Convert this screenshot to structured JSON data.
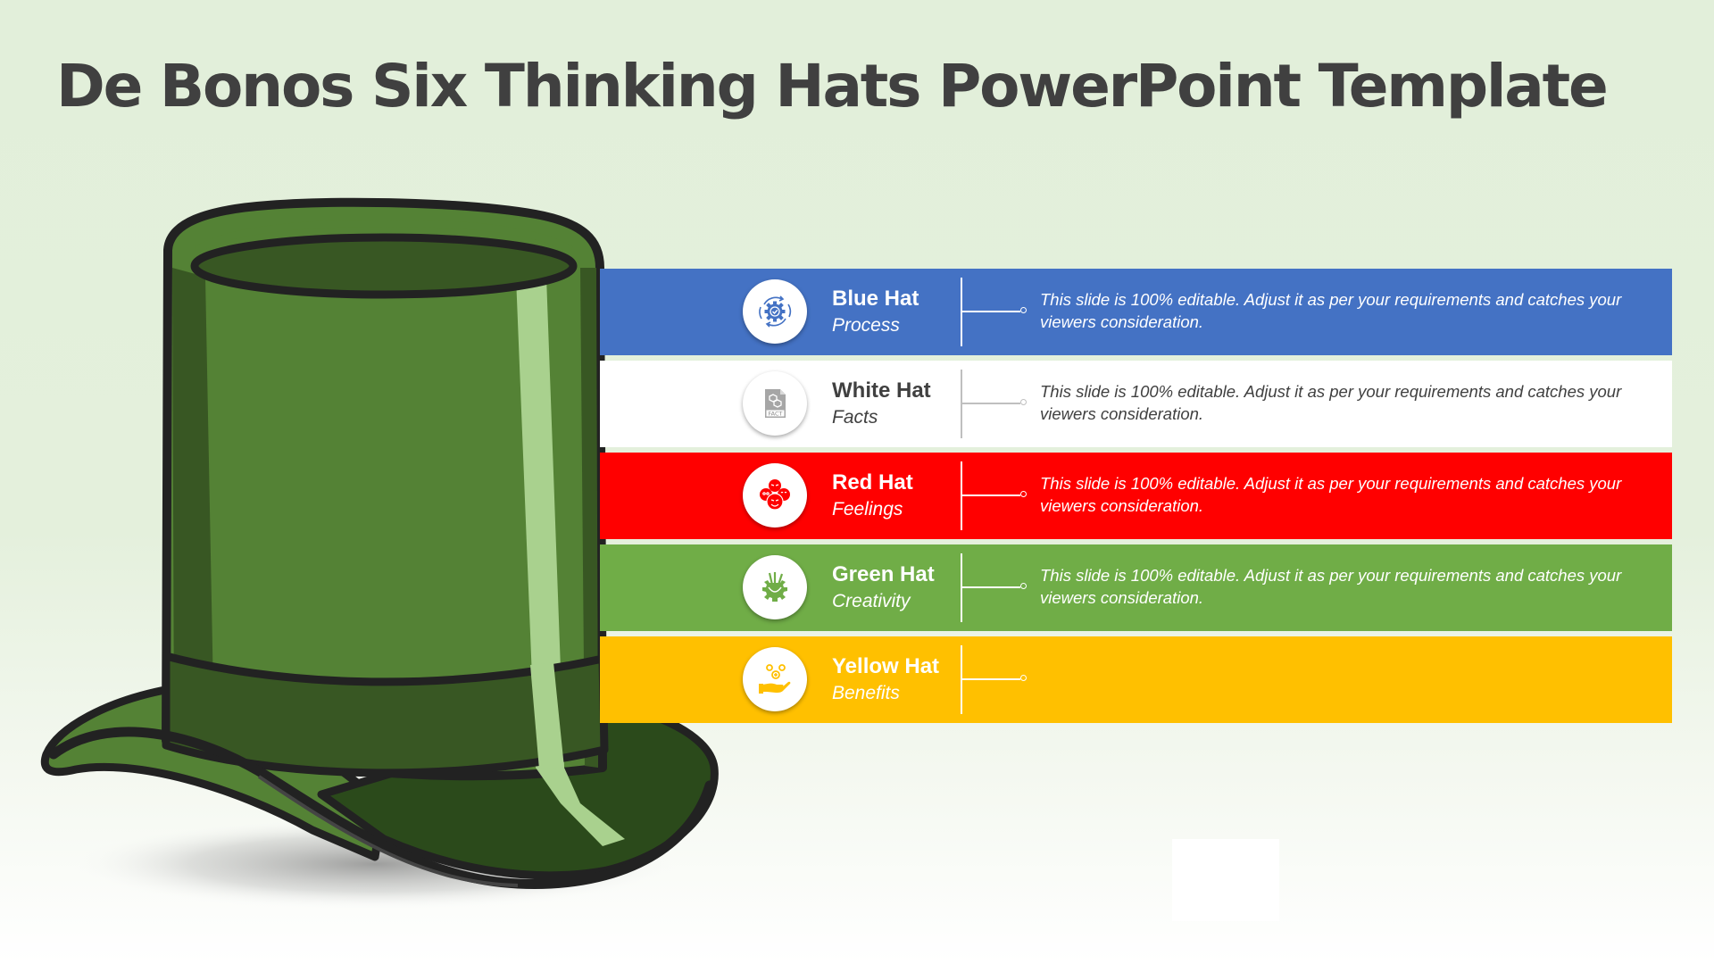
{
  "slide": {
    "title": "De Bonos Six Thinking Hats PowerPoint Template",
    "background_color": "#E2EFDA",
    "hat_illustration": {
      "icon": "green-top-hat",
      "colors": {
        "main": "#548235",
        "dark": "#385723",
        "highlight": "#A9D18E",
        "outline": "#222222"
      }
    }
  },
  "hats": [
    {
      "title": "Blue Hat",
      "subtitle": "Process",
      "icon": "gear-cycle-check-icon",
      "color": "#4472C4",
      "text_theme": "light",
      "description": "This slide is 100% editable. Adjust it as per your requirements and catches your viewers consideration."
    },
    {
      "title": "White Hat",
      "subtitle": "Facts",
      "icon": "fact-document-icon",
      "color": "#FFFFFF",
      "text_theme": "dark",
      "description": "This slide is 100% editable. Adjust it as per your requirements and catches your viewers consideration."
    },
    {
      "title": "Red Hat",
      "subtitle": "Feelings",
      "icon": "emotion-faces-icon",
      "color": "#FF0000",
      "text_theme": "light",
      "description": "This slide is 100% editable. Adjust it as per your requirements and catches your viewers consideration."
    },
    {
      "title": "Green Hat",
      "subtitle": "Creativity",
      "icon": "creative-tools-gear-icon",
      "color": "#70AD47",
      "text_theme": "light",
      "description": "This slide is 100% editable. Adjust it as per your requirements and catches your viewers consideration."
    },
    {
      "title": "Yellow Hat",
      "subtitle": "Benefits",
      "icon": "hand-coins-icon",
      "color": "#FFC000",
      "text_theme": "light",
      "description": ""
    }
  ]
}
